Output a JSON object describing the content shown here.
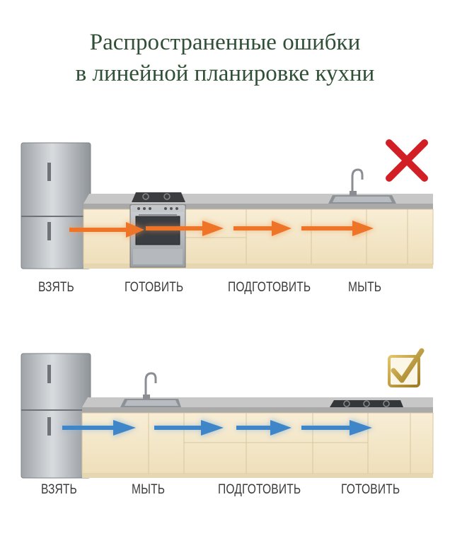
{
  "title": {
    "line1": "Распространенные ошибки",
    "line2": "в линейной планировке кухни"
  },
  "scenarios": [
    {
      "verdict": "wrong",
      "verdict_icon": "red-cross-icon",
      "labels": [
        "ВЗЯТЬ",
        "ГОТОВИТЬ",
        "ПОДГОТОВИТЬ",
        "МЫТЬ"
      ]
    },
    {
      "verdict": "correct",
      "verdict_icon": "gold-checkmark-icon",
      "labels": [
        "ВЗЯТЬ",
        "МЫТЬ",
        "ПОДГОТОВИТЬ",
        "ГОТОВИТЬ"
      ]
    }
  ],
  "colors": {
    "title": "#2f5036",
    "wrong_arrow": "#f07a2c",
    "correct_arrow": "#3f86c9",
    "cross": "#d21f26",
    "check": "#b8942f",
    "cabinet": "#f4e7c8",
    "countertop": "#b9b9b9"
  }
}
